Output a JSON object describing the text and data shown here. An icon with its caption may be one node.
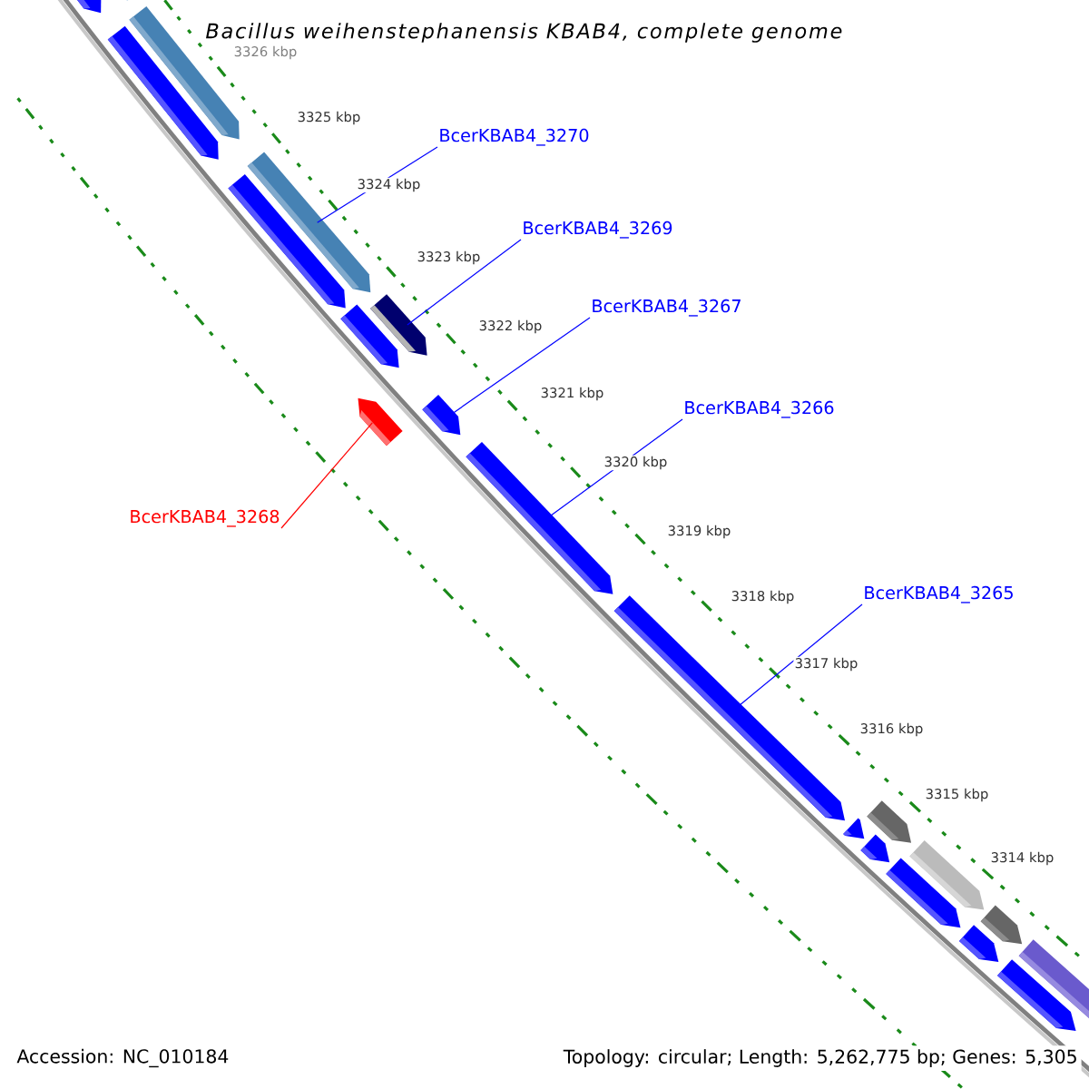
{
  "diagram": {
    "title": "Bacillus weihenstephanensis KBAB4, complete genome",
    "nodes": [
      {
        "text": [
          "BcerKBAB4_3270"
        ]
      },
      {
        "text": [
          "BcerKBAB4_3269"
        ]
      },
      {
        "text": [
          "BcerKBAB4_3267"
        ]
      },
      {
        "text": [
          "BcerKBAB4_3266"
        ]
      },
      {
        "text": [
          "BcerKBAB4_3265"
        ]
      },
      {
        "text": [
          "BcerKBAB4_3268"
        ]
      },
      {
        "text": [],
        "shape": "arrow"
      },
      {
        "text": [],
        "shape": "arrow"
      },
      {
        "text": [],
        "shape": "arrow"
      },
      {
        "text": [],
        "shape": "arrow"
      },
      {
        "text": [],
        "shape": "arrow"
      },
      {
        "text": [],
        "shape": "arrow"
      },
      {
        "text": [],
        "shape": "arrow"
      },
      {
        "text": [],
        "shape": "arrow"
      },
      {
        "text": [],
        "shape": "arrow"
      },
      {
        "text": [],
        "shape": "arrow"
      },
      {
        "text": [],
        "shape": "arrow"
      },
      {
        "text": [],
        "shape": "arrow"
      },
      {
        "text": [],
        "shape": "arrow"
      },
      {
        "text": [],
        "shape": "arrow"
      },
      {
        "text": [],
        "shape": "arrow"
      },
      {
        "text": [],
        "shape": "arrow"
      },
      {
        "text": [],
        "shape": "arrow"
      },
      {
        "text": [],
        "shape": "arrow"
      },
      {
        "text": [],
        "shape": "arrow"
      },
      {
        "text": [],
        "shape": "arrow"
      },
      {
        "text": [],
        "shape": "arrow"
      }
    ],
    "edges": [
      {
        "from": 0,
        "to": 10,
        "arrow": "none"
      },
      {
        "from": 1,
        "to": 13,
        "arrow": "none"
      },
      {
        "from": 2,
        "to": 15,
        "arrow": "none"
      },
      {
        "from": 3,
        "to": 16,
        "arrow": "none"
      },
      {
        "from": 4,
        "to": 17,
        "arrow": "none"
      },
      {
        "from": 5,
        "to": 14,
        "arrow": "none",
        "color": "#ff0000"
      }
    ],
    "labels": [
      "3326 kbp",
      "3325 kbp",
      "3324 kbp",
      "3323 kbp",
      "3322 kbp",
      "3321 kbp",
      "3320 kbp",
      "3319 kbp",
      "3318 kbp",
      "3317 kbp",
      "3316 kbp",
      "3315 kbp",
      "3314 kbp",
      "Accession: NC_010184",
      "Topology: circular; Length: 5,262,775 bp; Genes: 5,305"
    ]
  }
}
